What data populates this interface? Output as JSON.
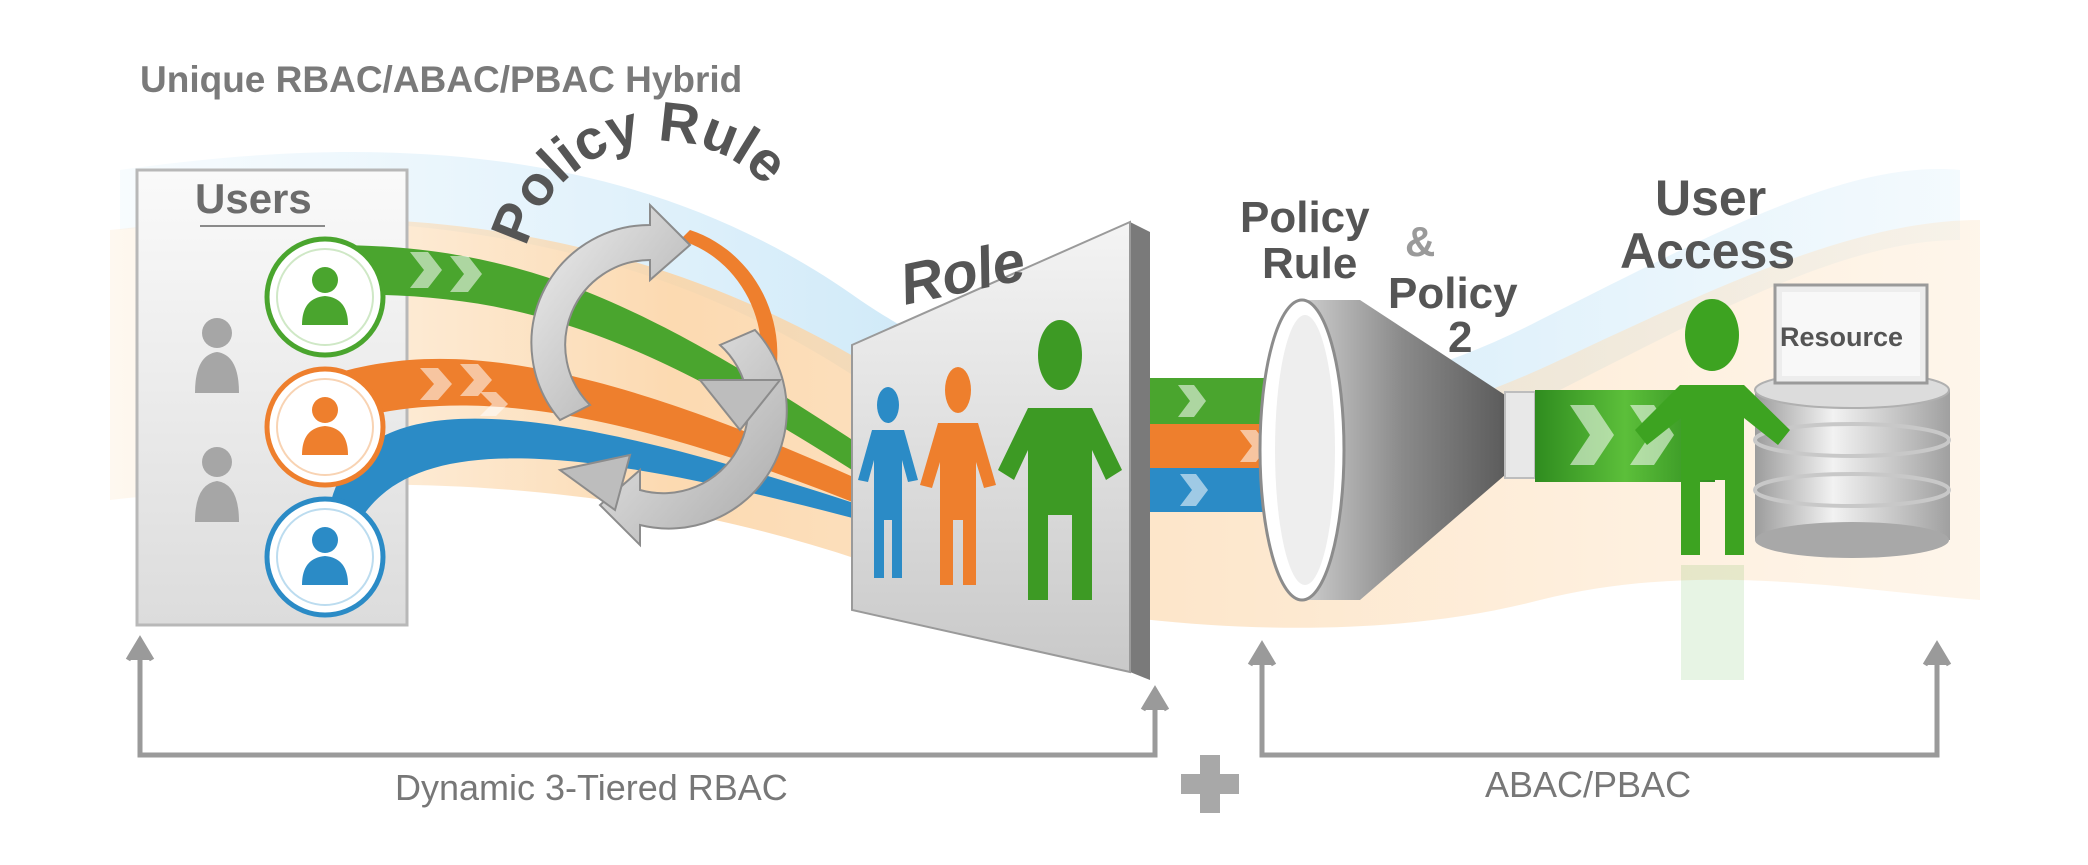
{
  "title": "Unique RBAC/ABAC/PBAC Hybrid",
  "users_label": "Users",
  "policy_rule_arc": "Policy Rule",
  "role_label": "Role",
  "policy_filter": {
    "line1": "Policy",
    "line2": "Rule",
    "ampersand": "&",
    "line3": "Policy",
    "line4": "2"
  },
  "user_access": {
    "line1": "User",
    "line2": "Access"
  },
  "resource_label": "Resource",
  "bracket_left_label": "Dynamic 3-Tiered RBAC",
  "bracket_right_label": "ABAC/PBAC",
  "plus_icon": "plus-icon",
  "colors": {
    "green": "#4aa52e",
    "orange": "#ee7f2d",
    "blue": "#2b8bc6",
    "gray_text": "#777777",
    "band_peach": "#fbd7a9",
    "band_sky": "#cfe8f7"
  }
}
